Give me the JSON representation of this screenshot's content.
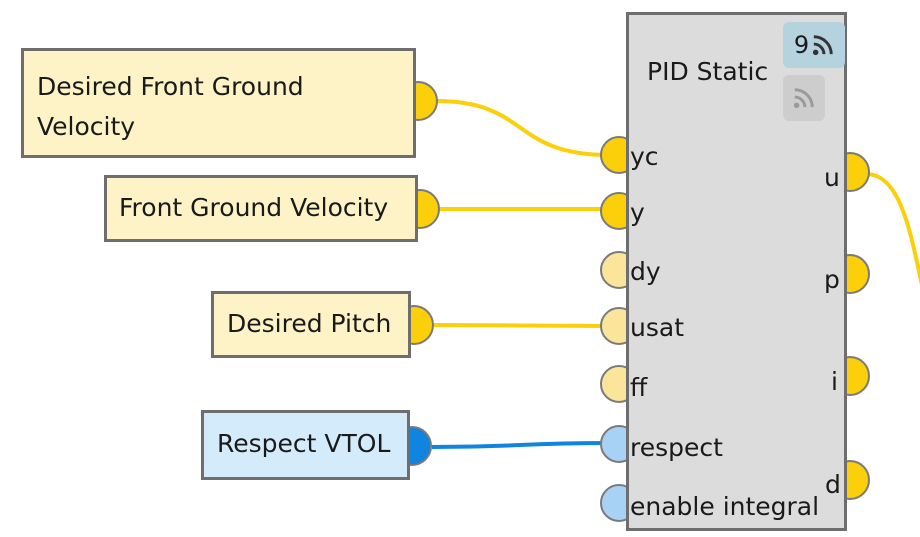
{
  "nodes": {
    "desired_front_ground_velocity": {
      "label": "Desired Front Ground Velocity"
    },
    "front_ground_velocity": {
      "label": "Front Ground Velocity"
    },
    "desired_pitch": {
      "label": "Desired Pitch"
    },
    "respect_vtol": {
      "label": "Respect VTOL"
    }
  },
  "block": {
    "title": "PID Static",
    "badge_count": "9",
    "inputs": [
      "yc",
      "y",
      "dy",
      "usat",
      "ff",
      "respect",
      "enable integral"
    ],
    "outputs": [
      "u",
      "p",
      "i",
      "d"
    ]
  },
  "colors": {
    "wire_yellow": "#fbcf0a",
    "wire_blue": "#1085e0",
    "node_yellow": "#fdf3c6",
    "node_blue": "#d4ebfb",
    "block_fill": "#dcdcdc",
    "block_border": "#6e6e6e"
  },
  "icons": {
    "badge_primary": "rss-icon",
    "badge_secondary": "rss-icon"
  }
}
